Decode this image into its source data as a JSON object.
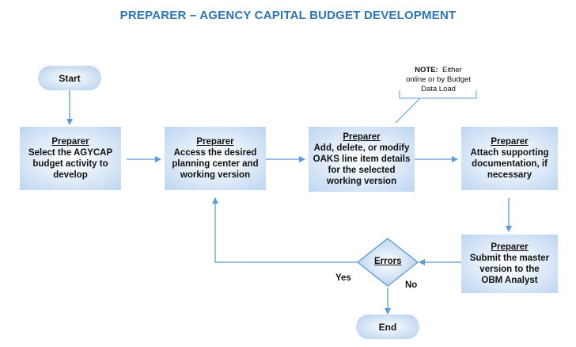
{
  "title": "PREPARER – AGENCY CAPITAL BUDGET DEVELOPMENT",
  "nodes": {
    "start": "Start",
    "end": "End",
    "step1": {
      "role": "Preparer",
      "text": [
        "Select the AGYCAP",
        "budget activity to",
        "develop"
      ]
    },
    "step2": {
      "role": "Preparer",
      "text": [
        "Access the desired",
        "planning center and",
        "working version"
      ]
    },
    "step3": {
      "role": "Preparer",
      "text": [
        "Add, delete, or modify",
        "OAKS line item details",
        "for the selected",
        "working version"
      ]
    },
    "step4": {
      "role": "Preparer",
      "text": [
        "Attach supporting",
        "documentation, if",
        "necessary"
      ]
    },
    "step5": {
      "role": "Preparer",
      "text": [
        "Submit the master",
        "version to the",
        "OBM Analyst"
      ]
    },
    "decision": "Errors"
  },
  "note": {
    "label": "NOTE:",
    "text": "Either",
    "line2": "online or by Budget",
    "line3": "Data Load"
  },
  "edge_labels": {
    "yes": "Yes",
    "no": "No"
  },
  "colors": {
    "title": "#2e75b6",
    "arrow": "#5b9bd5",
    "box_edge": "#bdd5f0",
    "box_center": "#ffffff"
  }
}
